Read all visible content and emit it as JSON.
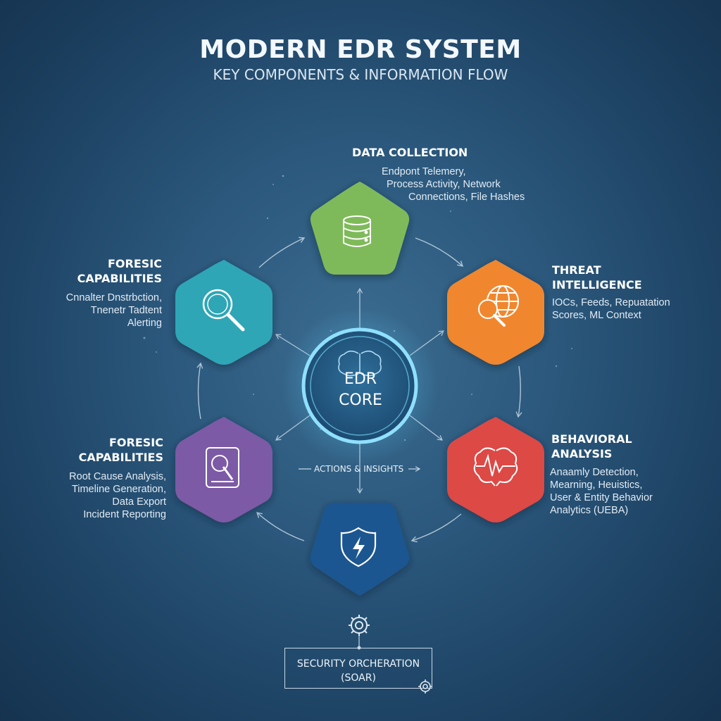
{
  "header": {
    "title": "MODERN EDR SYSTEM",
    "subtitle": "KEY COMPONENTS & INFORMATION FLOW"
  },
  "core": {
    "line1": "EDR",
    "line2": "CORE",
    "icon": "brain-icon"
  },
  "center_label": "ACTIONS & INSIGHTS",
  "nodes": {
    "data_collection": {
      "title": "DATA COLLECTION",
      "desc": [
        "Endpont Telemery,",
        "Process Activity, Network",
        "Connections, File Hashes"
      ],
      "color": "#7fba5a",
      "icon": "database-icon"
    },
    "threat_intelligence": {
      "title": [
        "THREAT",
        "INTELLIGENCE"
      ],
      "desc": [
        "IOCs, Feeds, Repuatation",
        "Scores, ML Context"
      ],
      "color": "#f0872e",
      "icon": "globe-search-icon"
    },
    "behavioral_analysis": {
      "title": [
        "BEHAVIORAL",
        "ANALYSIS"
      ],
      "desc": [
        "Anaamly Detection,",
        "Mearning, Heuistics,",
        "User & Entity Behavior",
        "Analytics (UEBA)"
      ],
      "color": "#dd4a45",
      "icon": "brain-waveform-icon"
    },
    "response": {
      "color": "#1f5790",
      "icon": "shield-bolt-icon"
    },
    "forensic_lower": {
      "title": [
        "FORESIC",
        "CAPABILITIES"
      ],
      "desc": [
        "Root Cause Analysis,",
        "Timeline Generation,",
        "Data Export",
        "Incident Reporting"
      ],
      "color": "#7b5aa6",
      "icon": "hard-drive-icon"
    },
    "forensic_upper": {
      "title": [
        "FORESIC",
        "CAPABILITIES"
      ],
      "desc": [
        "Cnnalter Dnstrbction,",
        "Tnenetr Tadtent",
        "Alerting"
      ],
      "color": "#2fa6b6",
      "icon": "magnifier-icon"
    }
  },
  "soar": {
    "line1": "SECURITY ORCHERATION",
    "line2": "(SOAR)",
    "icon": "gear-icon"
  }
}
